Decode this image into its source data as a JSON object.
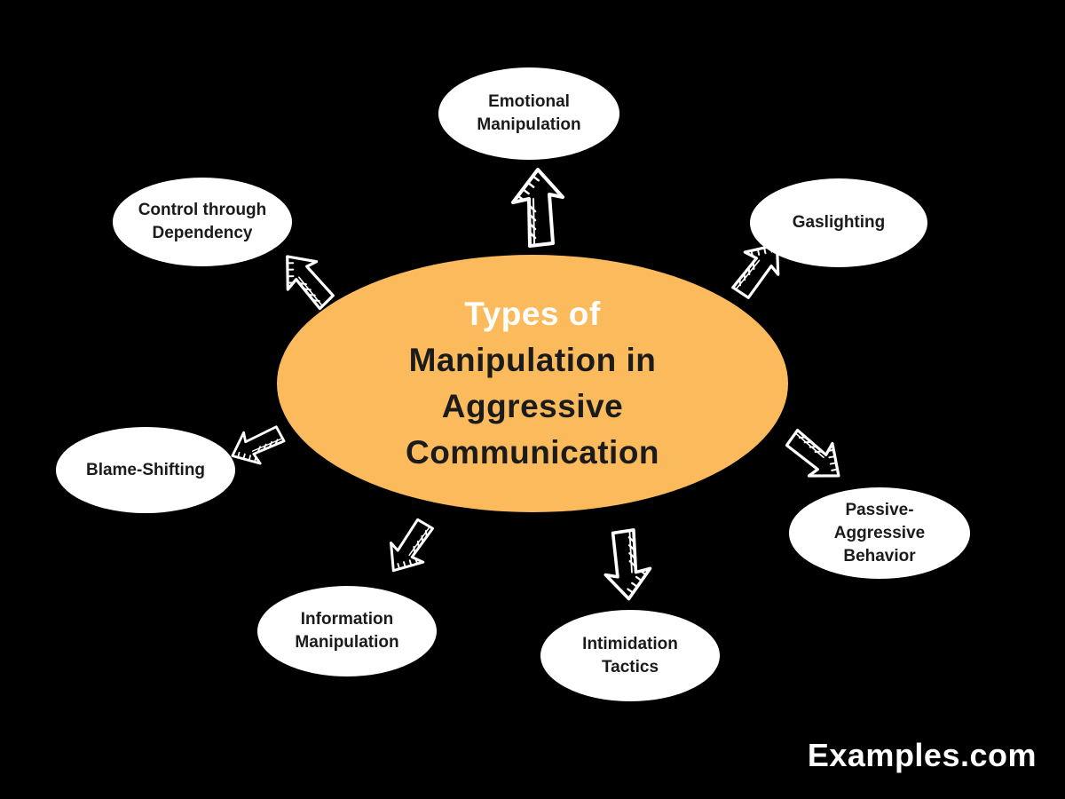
{
  "title": "Types of Manipulation in Aggressive Communication",
  "colors": {
    "background": "#000000",
    "center_fill": "#FBBB5C",
    "center_text_primary": "#FFFFFF",
    "center_text_secondary": "#1B1B1B",
    "node_fill": "#FFFFFF",
    "node_text": "#1B1B1B",
    "arrow_stroke": "#FFFFFF"
  },
  "center": {
    "lines": [
      "Types of",
      "Manipulation in",
      "Aggressive",
      "Communication"
    ]
  },
  "nodes": [
    {
      "id": "emotional-manipulation",
      "label": "Emotional Manipulation"
    },
    {
      "id": "gaslighting",
      "label": "Gaslighting"
    },
    {
      "id": "passive-aggressive-behavior",
      "label": "Passive-Aggressive Behavior"
    },
    {
      "id": "intimidation-tactics",
      "label": "Intimidation Tactics"
    },
    {
      "id": "information-manipulation",
      "label": "Information Manipulation"
    },
    {
      "id": "blame-shifting",
      "label": "Blame-Shifting"
    },
    {
      "id": "control-through-dependency",
      "label": "Control through Dependency"
    }
  ],
  "brand": "Examples.com"
}
